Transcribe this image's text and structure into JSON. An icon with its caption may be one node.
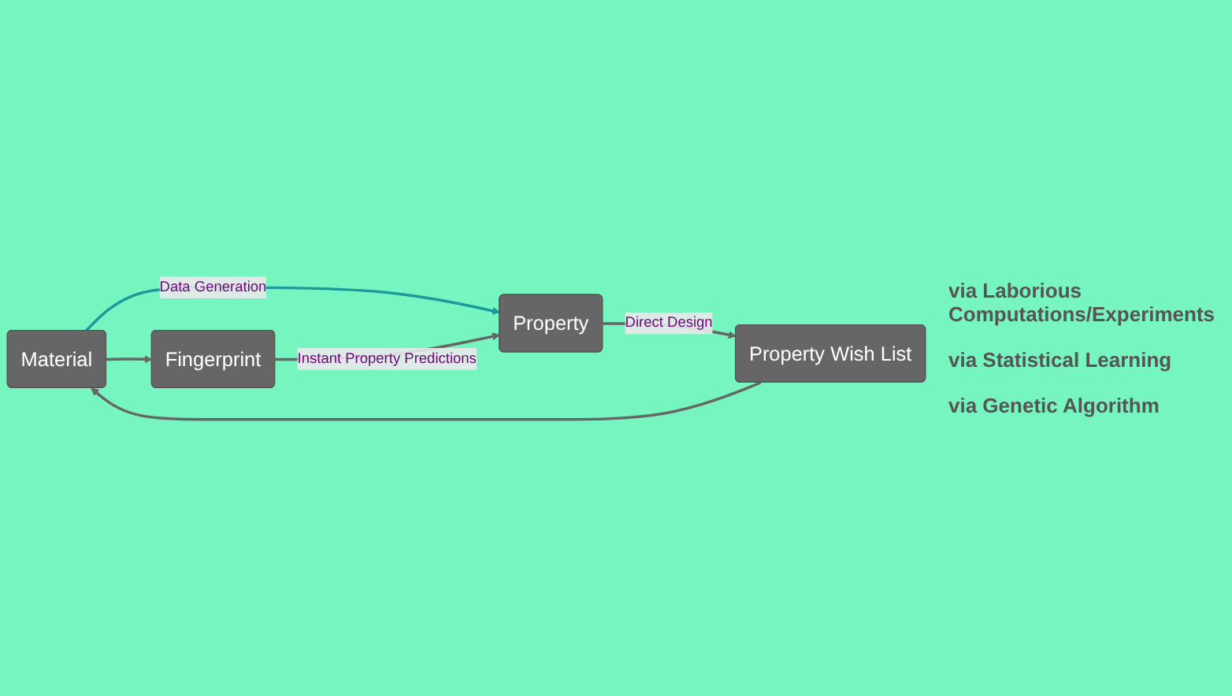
{
  "diagram": {
    "nodes": [
      {
        "text": [
          "Material"
        ]
      },
      {
        "text": [
          "Property"
        ]
      },
      {
        "text": [
          "Fingerprint"
        ]
      },
      {
        "text": [
          "Property Wish List"
        ]
      }
    ],
    "edges": [
      {
        "from": 0,
        "to": 1,
        "arrow": "to",
        "label": "Data Generation",
        "color": "#1a9a9a"
      },
      {
        "from": 0,
        "to": 2,
        "arrow": "to"
      },
      {
        "from": 2,
        "to": 1,
        "arrow": "to",
        "label": "Instant Property Predictions"
      },
      {
        "from": 1,
        "to": 3,
        "arrow": "to",
        "label": "Direct Design"
      },
      {
        "from": 3,
        "to": 0,
        "arrow": "to"
      }
    ],
    "labels": [
      "via Laborious Computations/Experiments",
      "via Statistical Learning",
      "via Genetic Algorithm"
    ]
  }
}
